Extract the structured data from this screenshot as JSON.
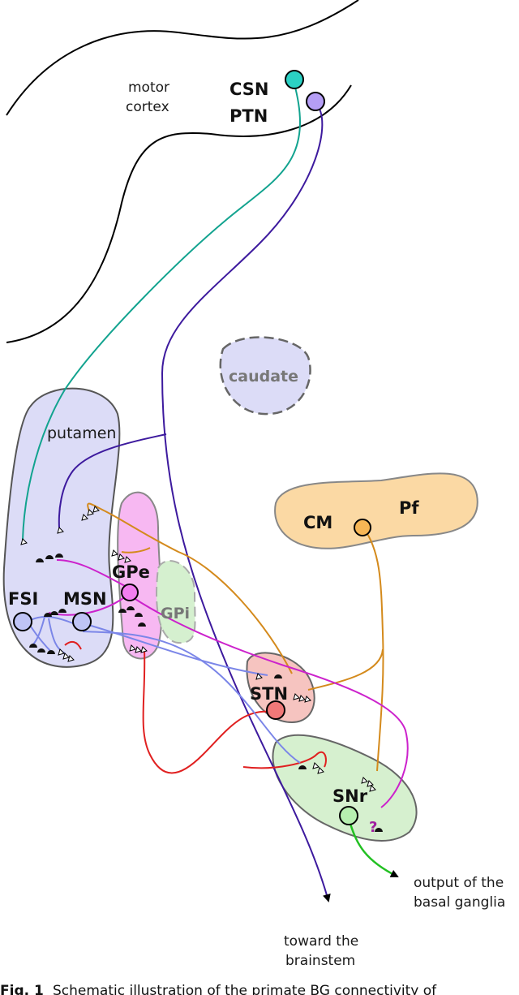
{
  "labels": {
    "motor_cortex_line1": "motor",
    "motor_cortex_line2": "cortex",
    "csn": "CSN",
    "ptn": "PTN",
    "caudate": "caudate",
    "putamen": "putamen",
    "cm": "CM",
    "pf": "Pf",
    "gpe": "GPe",
    "gpi": "GPi",
    "fsi": "FSI",
    "msn": "MSN",
    "stn": "STN",
    "snr": "SNr",
    "question": "?",
    "output_line1": "output of the",
    "output_line2": "basal ganglia",
    "brainstem_line1": "toward the",
    "brainstem_line2": "brainstem"
  },
  "caption": {
    "prefix": "Fig. 1",
    "text": "Schematic illustration of the primate BG connectivity of"
  },
  "colors": {
    "csn": "#12a38f",
    "ptn": "#3d1a9e",
    "cm": "#d48a1c",
    "gpe": "#cc22cc",
    "stn": "#e02020",
    "msn": "#7b86e8",
    "snr": "#22c022",
    "putamen_fill": "#dcdcf7",
    "caudate_fill": "#dcdcf7",
    "thalamus_fill": "#fbd9a4",
    "gpe_fill": "#f7b8f2",
    "gpi_fill": "#d5f0cf",
    "stn_fill": "#f6c4c0",
    "snr_fill": "#d6f0cf"
  }
}
